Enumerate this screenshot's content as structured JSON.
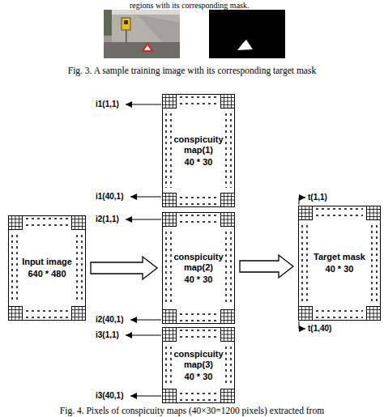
{
  "diagram": {
    "caption": "Fig. 4. Pixels of conspicuity maps (40×30=1200 pixels) extracted from",
    "nodes": [
      {
        "text": [
          "Input image",
          "640 * 480"
        ]
      },
      {
        "text": [
          "conspicuity map(1)",
          "40 * 30"
        ]
      },
      {
        "text": [
          "conspicuity map(2)",
          "40 * 30"
        ]
      },
      {
        "text": [
          "conspicuity map(3)",
          "40 * 30"
        ]
      },
      {
        "text": [
          "Target mask",
          "40 * 30"
        ]
      }
    ],
    "edges": [
      {
        "from": 0,
        "to": 2,
        "arrow": "to"
      },
      {
        "from": 2,
        "to": 4,
        "arrow": "to"
      }
    ],
    "labels": [
      "regions with its corresponding mask.",
      "Fig. 3. A sample training image with its corresponding target mask",
      "i1(1,1)",
      "i1(40,1)",
      "i2(1,1)",
      "i2(40,1)",
      "i3(1,1)",
      "i3(40,1)",
      "t(1,1)",
      "t(1,40)"
    ]
  }
}
